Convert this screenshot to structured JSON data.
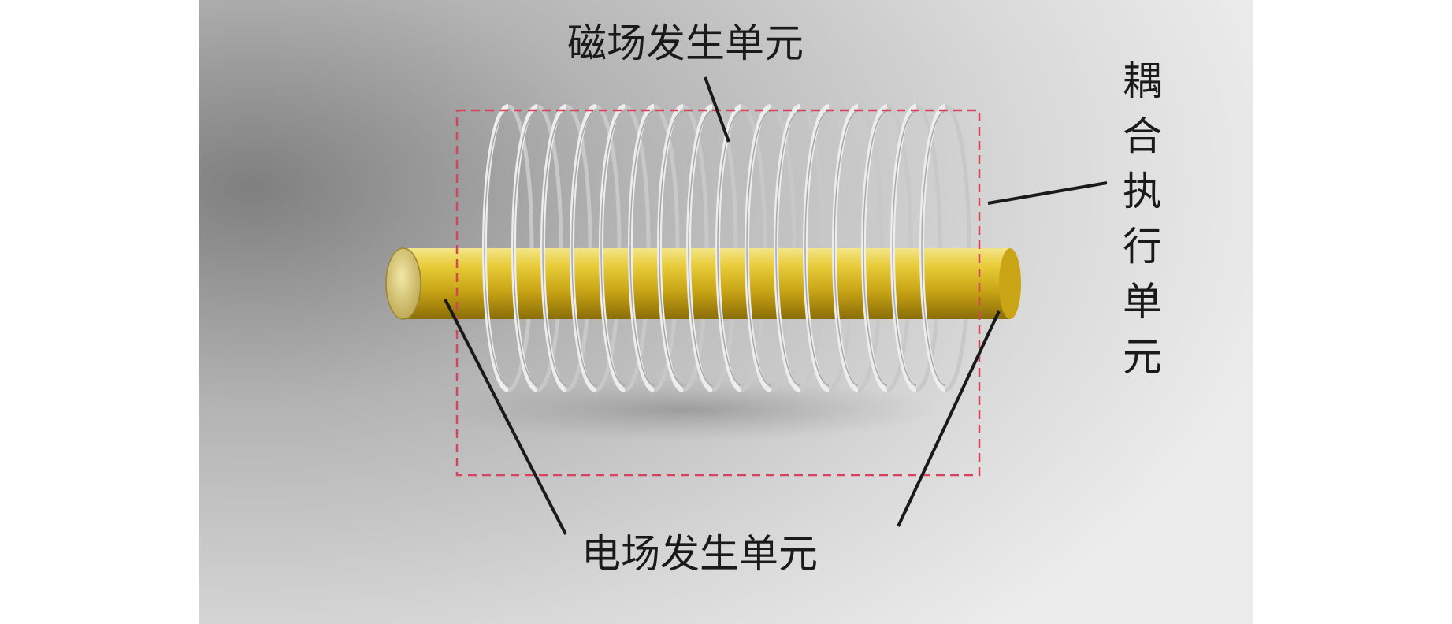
{
  "labels": {
    "magnetic_unit": "磁场发生单元",
    "coupling_unit": "耦合执行单元",
    "electric_unit": "电场发生单元"
  },
  "colors": {
    "background_light": "#e9e9e9",
    "background_dark": "#8e8e8e",
    "rod_gold": "#d8b820",
    "coil_silver": "#e4e4e4",
    "dashed_box": "#d7435a",
    "leader_line": "#1a1a1a"
  }
}
